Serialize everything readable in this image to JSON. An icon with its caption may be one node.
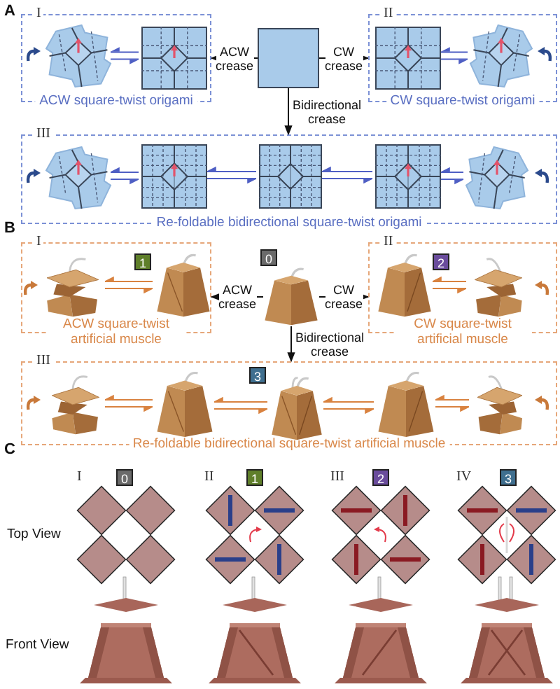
{
  "diagram": {
    "nodes": [
      {
        "text": [
          "I",
          "ACW square-twist origami"
        ]
      },
      {
        "text": [],
        "shape": "picture",
        "in": 0
      },
      {
        "text": [],
        "shape": "picture",
        "in": 0
      },
      {
        "text": [],
        "shape": "box"
      },
      {
        "text": [
          "II",
          "CW square-twist origami"
        ]
      },
      {
        "text": [],
        "shape": "picture",
        "in": 4
      },
      {
        "text": [],
        "shape": "picture",
        "in": 4
      },
      {
        "text": [
          "III",
          "Re-foldable bidirectional square-twist origami"
        ]
      },
      {
        "text": [],
        "shape": "picture",
        "in": 7
      },
      {
        "text": [],
        "shape": "picture",
        "in": 7
      },
      {
        "text": [],
        "shape": "picture",
        "in": 7
      },
      {
        "text": [],
        "shape": "picture",
        "in": 7
      },
      {
        "text": [],
        "shape": "picture",
        "in": 7
      },
      {
        "text": [
          "I",
          "ACW square-twist artificial muscle"
        ]
      },
      {
        "text": [],
        "shape": "picture",
        "in": 13
      },
      {
        "text": [],
        "shape": "picture",
        "in": 13,
        "beside": [
          "1"
        ]
      },
      {
        "text": [],
        "shape": "picture",
        "beside": [
          "0"
        ]
      },
      {
        "text": [
          "II",
          "CW square-twist artificial muscle"
        ]
      },
      {
        "text": [],
        "shape": "picture",
        "in": 17,
        "beside": [
          "2"
        ]
      },
      {
        "text": [],
        "shape": "picture",
        "in": 17
      },
      {
        "text": [
          "III",
          "Re-foldable bidirectional square-twist artificial muscle"
        ]
      },
      {
        "text": [],
        "shape": "picture",
        "in": 20
      },
      {
        "text": [],
        "shape": "picture",
        "in": 20
      },
      {
        "text": [],
        "shape": "picture",
        "in": 20,
        "beside": [
          "3"
        ]
      },
      {
        "text": [],
        "shape": "picture",
        "in": 20
      },
      {
        "text": [],
        "shape": "picture",
        "in": 20
      }
    ],
    "edges": [
      {
        "from": 3,
        "to": 0,
        "arrow": "to",
        "label": "ACW crease",
        "color": "#111111"
      },
      {
        "from": 3,
        "to": 4,
        "arrow": "to",
        "label": "CW crease",
        "color": "#111111"
      },
      {
        "from": 3,
        "to": 7,
        "arrow": "to",
        "label": "Bidirectional crease",
        "color": "#111111"
      },
      {
        "from": 2,
        "to": 1,
        "arrow": "to"
      },
      {
        "from": 1,
        "to": 2,
        "arrow": "to"
      },
      {
        "from": 6,
        "to": 5,
        "arrow": "to"
      },
      {
        "from": 5,
        "to": 6,
        "arrow": "to"
      },
      {
        "from": 9,
        "to": 8,
        "arrow": "to"
      },
      {
        "from": 8,
        "to": 9,
        "arrow": "to"
      },
      {
        "from": 10,
        "to": 9,
        "arrow": "to"
      },
      {
        "from": 9,
        "to": 10,
        "arrow": "to"
      },
      {
        "from": 11,
        "to": 10,
        "arrow": "to"
      },
      {
        "from": 10,
        "to": 11,
        "arrow": "to"
      },
      {
        "from": 12,
        "to": 11,
        "arrow": "to"
      },
      {
        "from": 11,
        "to": 12,
        "arrow": "to"
      },
      {
        "from": 16,
        "to": 13,
        "arrow": "to",
        "label": "ACW crease",
        "color": "#111111"
      },
      {
        "from": 16,
        "to": 17,
        "arrow": "to",
        "label": "CW crease",
        "color": "#111111"
      },
      {
        "from": 16,
        "to": 20,
        "arrow": "to",
        "label": "Bidirectional crease",
        "color": "#111111"
      },
      {
        "from": 15,
        "to": 14,
        "arrow": "to",
        "color": "#d9823f"
      },
      {
        "from": 14,
        "to": 15,
        "arrow": "to",
        "color": "#d9823f"
      },
      {
        "from": 19,
        "to": 18,
        "arrow": "to",
        "color": "#d9823f"
      },
      {
        "from": 18,
        "to": 19,
        "arrow": "to",
        "color": "#d9823f"
      },
      {
        "from": 22,
        "to": 21,
        "arrow": "to",
        "color": "#d9823f"
      },
      {
        "from": 21,
        "to": 22,
        "arrow": "to",
        "color": "#d9823f"
      },
      {
        "from": 23,
        "to": 22,
        "arrow": "to",
        "color": "#d9823f"
      },
      {
        "from": 22,
        "to": 23,
        "arrow": "to",
        "color": "#d9823f"
      },
      {
        "from": 24,
        "to": 23,
        "arrow": "to",
        "color": "#d9823f"
      },
      {
        "from": 23,
        "to": 24,
        "arrow": "to",
        "color": "#d9823f"
      },
      {
        "from": 25,
        "to": 24,
        "arrow": "to",
        "color": "#d9823f"
      },
      {
        "from": 24,
        "to": 25,
        "arrow": "to",
        "color": "#d9823f"
      }
    ],
    "labels": [
      "A",
      "B",
      "C",
      "I",
      "0",
      "II",
      "1",
      "III",
      "2",
      "IV",
      "3",
      "Top View",
      "Front View"
    ]
  }
}
